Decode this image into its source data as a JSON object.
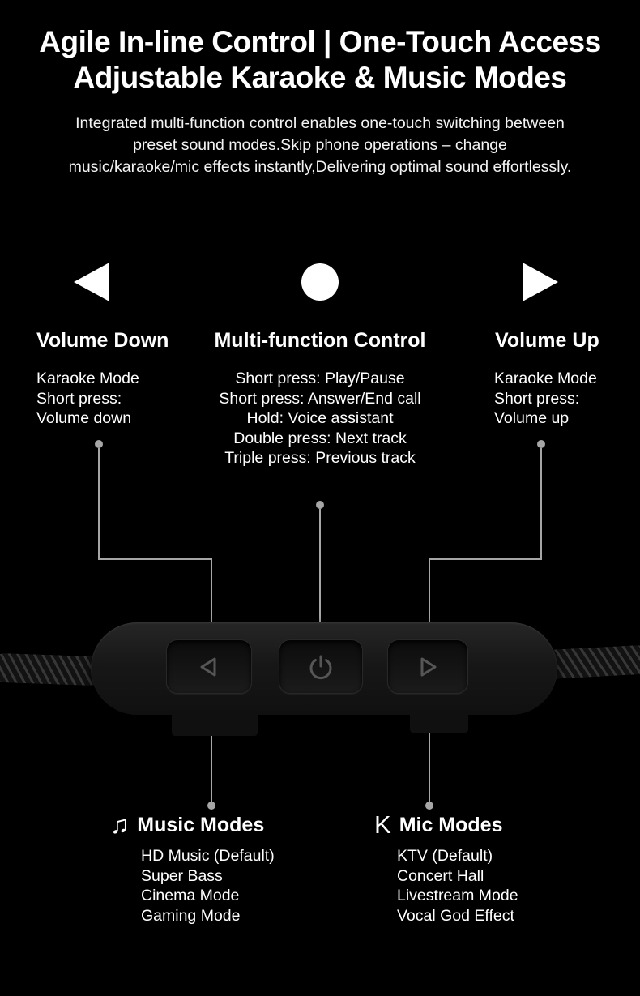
{
  "colors": {
    "background": "#000000",
    "text": "#ffffff",
    "connector": "#a6a6a6",
    "device_body": "#1a1a1a",
    "button_symbol": "#565656"
  },
  "header": {
    "title_line1": "Agile In-line Control | One-Touch Access",
    "title_line2": "Adjustable Karaoke & Music Modes",
    "desc_lines": [
      "Integrated multi-function control enables one-touch switching between",
      "preset sound modes.Skip phone operations – change",
      "music/karaoke/mic effects instantly,Delivering optimal sound effortlessly."
    ]
  },
  "controls": {
    "volume_down": {
      "title": "Volume Down",
      "lines": [
        "Karaoke Mode",
        "Short press:",
        "Volume down"
      ]
    },
    "multi_function": {
      "title": "Multi-function Control",
      "lines": [
        "Short press: Play/Pause",
        "Short press: Answer/End call",
        "Hold: Voice assistant",
        "Double press: Next track",
        "Triple press: Previous track"
      ]
    },
    "volume_up": {
      "title": "Volume Up",
      "lines": [
        "Karaoke Mode",
        "Short press:",
        "Volume up"
      ]
    }
  },
  "modes": {
    "music": {
      "icon": "♫",
      "title": "Music Modes",
      "items": [
        "HD Music (Default)",
        "Super Bass",
        "Cinema Mode",
        "Gaming Mode"
      ]
    },
    "mic": {
      "icon": "K",
      "title": "Mic Modes",
      "items": [
        "KTV (Default)",
        "Concert Hall",
        "Livestream Mode",
        "Vocal God Effect"
      ]
    }
  }
}
